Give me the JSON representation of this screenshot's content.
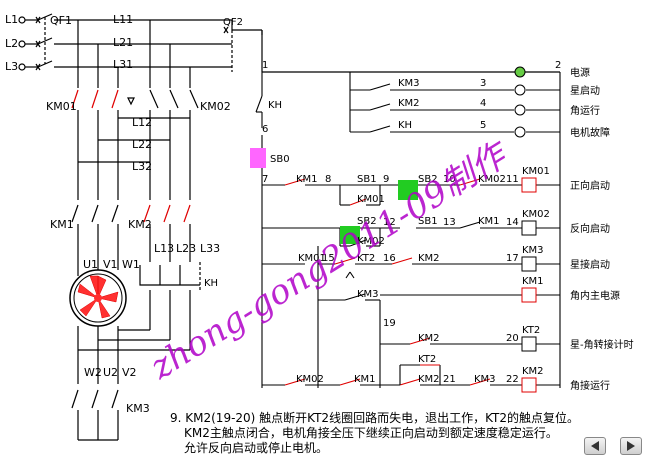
{
  "supply": {
    "phases": [
      "L1",
      "L2",
      "L3"
    ],
    "breaker1": "QF1",
    "breaker2": "QF2"
  },
  "buses": {
    "main": [
      "L11",
      "L21",
      "L31"
    ],
    "mid": [
      "L12",
      "L22",
      "L32"
    ],
    "delta": [
      "L13",
      "L23",
      "L33"
    ]
  },
  "power": {
    "km01": "KM01",
    "km02": "KM02",
    "km1": "KM1",
    "km2": "KM2",
    "km3": "KM3",
    "kh": "KH",
    "motor_top": [
      "U1",
      "V1",
      "W1"
    ],
    "motor_bottom": [
      "W2",
      "U2",
      "V2"
    ]
  },
  "control": {
    "nodes": {
      "n1": "1",
      "n2": "2",
      "n3": "3",
      "n4": "4",
      "n5": "5",
      "n6": "6",
      "n7": "7",
      "n8": "8",
      "n9": "9",
      "n10": "10",
      "n11": "11",
      "n12": "12",
      "n13": "13",
      "n14": "14",
      "n15": "15",
      "n16": "16",
      "n17": "17",
      "n19": "19",
      "n20": "20",
      "n21": "21",
      "n22": "22"
    },
    "sb0": "SB0",
    "sb1": "SB1",
    "sb2": "SB2",
    "kt2": "KT2",
    "kh": "KH",
    "contacts": {
      "km1": "KM1",
      "km2": "KM2",
      "km3": "KM3",
      "km01": "KM01",
      "km02": "KM02"
    },
    "coils": [
      "KM01",
      "KM02",
      "KM3",
      "KM1",
      "KT2",
      "KM2"
    ],
    "lamps_label": "电源"
  },
  "row_labels": [
    "电源",
    "星启动",
    "角运行",
    "电机故障",
    "正向启动",
    "反向启动",
    "星接启动",
    "角内主电源",
    "星-角转接计时",
    "角接运行"
  ],
  "watermark": "zhong-gong2011-09制作",
  "description": {
    "line1": "9. KM2(19-20) 触点断开KT2线圈回路而失电，退出工作，KT2的触点复位。",
    "line2": "KM2主触点闭合，电机角接全压下继续正向启动到额定速度稳定运行。",
    "line3": "允许反向启动或停止电机。"
  },
  "colors": {
    "wire": "#000000",
    "contact_active": "#e00000",
    "highlight_green": "#22cc22",
    "highlight_magenta": "#ff66ff",
    "watermark": "#b000c8"
  }
}
